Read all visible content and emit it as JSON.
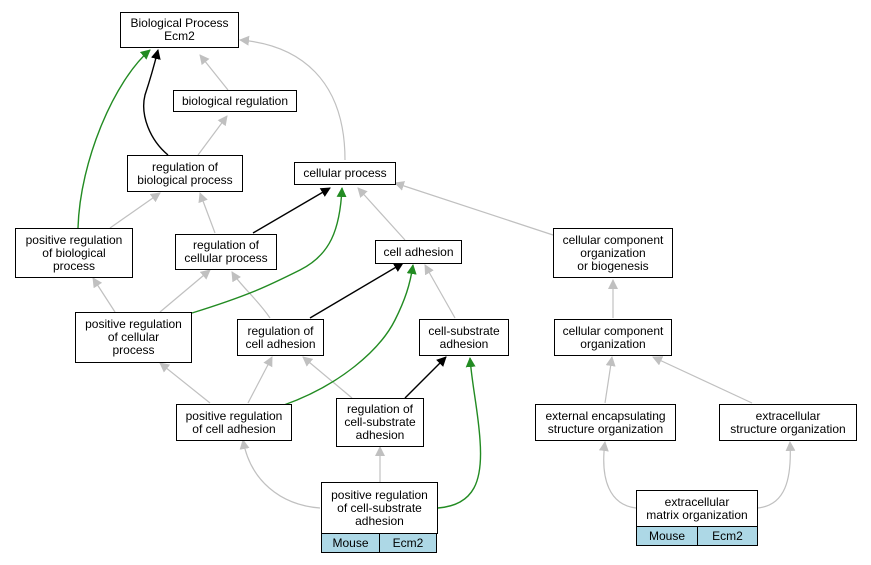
{
  "nodes": {
    "bp": "Biological Process\nEcm2",
    "biological_regulation": "biological regulation",
    "regulation_of_biological_process": "regulation of\nbiological process",
    "cellular_process": "cellular process",
    "positive_regulation_of_biological_process": "positive regulation\nof biological\nprocess",
    "regulation_of_cellular_process": "regulation of\ncellular process",
    "cell_adhesion": "cell adhesion",
    "cellular_component_organization_or_biogenesis": "cellular component\norganization\nor biogenesis",
    "positive_regulation_of_cellular_process": "positive regulation\nof cellular\nprocess",
    "regulation_of_cell_adhesion": "regulation of\ncell adhesion",
    "cell_substrate_adhesion": "cell-substrate\nadhesion",
    "cellular_component_organization": "cellular component\norganization",
    "positive_regulation_of_cell_adhesion": "positive regulation\nof cell adhesion",
    "regulation_of_cell_substrate_adhesion": "regulation of\ncell-substrate\nadhesion",
    "external_encapsulating_structure_organization": "external encapsulating\nstructure organization",
    "extracellular_structure_organization": "extracellular\nstructure organization",
    "positive_regulation_of_cell_substrate_adhesion": "positive regulation\nof cell-substrate\nadhesion",
    "extracellular_matrix_organization": "extracellular\nmatrix organization"
  },
  "annotations": {
    "positive_regulation_of_cell_substrate_adhesion": [
      "Mouse",
      "Ecm2"
    ],
    "extracellular_matrix_organization": [
      "Mouse",
      "Ecm2"
    ]
  },
  "colors": {
    "is_a": "#c0c0c0",
    "part_of": "#000000",
    "positively_regulates": "#228b22",
    "annotation_fill": "#add8e6"
  }
}
